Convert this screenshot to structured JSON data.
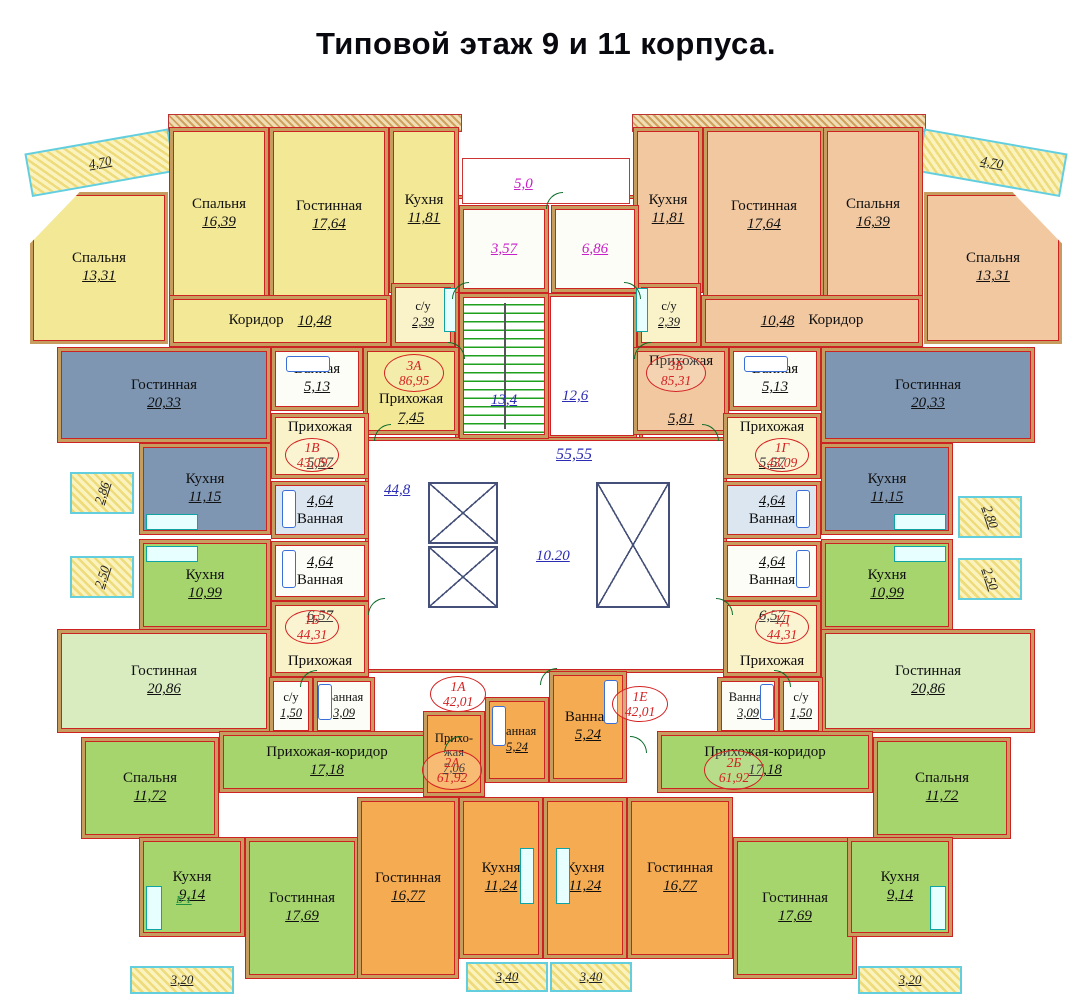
{
  "title": "Типовой этаж 9 и 11 корпуса.",
  "palette": {
    "wall": "#c69d5e",
    "outline": "#cc2222",
    "yellow": "#f2e895",
    "peach": "#f2c8a0",
    "blue": "#7e96b2",
    "green": "#a6d56e",
    "pale_green": "#d9ecc0",
    "orange": "#f5ab51",
    "pale_yellow": "#faf2c8",
    "window": "#62cede",
    "stair_green": "#1fa01f",
    "dim_blue": "#2b2bb4",
    "dim_magenta": "#c81ec8",
    "badge_red": "#d42222"
  },
  "apartments": {
    "a3a": {
      "id": "3А",
      "area": "86,95"
    },
    "a3b": {
      "id": "3Б",
      "area": "85,31"
    },
    "a1v": {
      "id": "1В",
      "area": "43,09"
    },
    "a1g": {
      "id": "1Г",
      "area": "43,09"
    },
    "a1b": {
      "id": "1Б",
      "area": "44,31"
    },
    "a1d": {
      "id": "1Д",
      "area": "44,31"
    },
    "a1a": {
      "id": "1А",
      "area": "42,01"
    },
    "a1e": {
      "id": "1Е",
      "area": "42,01"
    },
    "a2a": {
      "id": "2А",
      "area": "61,92"
    },
    "a2b": {
      "id": "2Б",
      "area": "61,92"
    }
  },
  "rooms": {
    "tl_bed1": {
      "l": "Спальня",
      "a": "13,31"
    },
    "tl_bed2": {
      "l": "Спальня",
      "a": "16,39"
    },
    "tl_liv": {
      "l": "Гостинная",
      "a": "17,64"
    },
    "tl_kit": {
      "l": "Кухня",
      "a": "11,81"
    },
    "tl_cor": {
      "l": "Коридор",
      "a": "10,48"
    },
    "tl_wc": {
      "l": "с/у",
      "a": "2,39"
    },
    "tl_bath": {
      "l": "Ванная",
      "a": "5,13"
    },
    "tl_hall": {
      "l": "Прихожая",
      "a": "7,45"
    },
    "tr_kit": {
      "l": "Кухня",
      "a": "11,81"
    },
    "tr_liv": {
      "l": "Гостинная",
      "a": "17,64"
    },
    "tr_bed1": {
      "l": "Спальня",
      "a": "16,39"
    },
    "tr_bed2": {
      "l": "Спальня",
      "a": "13,31"
    },
    "tr_cor": {
      "l": "Коридор",
      "a": "10,48"
    },
    "tr_wc": {
      "l": "с/у",
      "a": "2,39"
    },
    "tr_bath": {
      "l": "Ванная",
      "a": "5,13"
    },
    "tr_hall": {
      "l": "Прихожая",
      "a": "5,81"
    },
    "ml_liv": {
      "l": "Гостинная",
      "a": "20,33"
    },
    "ml_hall1": {
      "l": "Прихожая",
      "a": "5,57"
    },
    "ml_kit1": {
      "l": "Кухня",
      "a": "11,15"
    },
    "ml_bath1": {
      "l": "Ванная",
      "a": "4,64"
    },
    "ml_bath2": {
      "l": "Ванная",
      "a": "4,64"
    },
    "ml_kit2": {
      "l": "Кухня",
      "a": "10,99"
    },
    "ml_hall2": {
      "l": "Прихожая",
      "a": "6,57"
    },
    "ml_liv2": {
      "l": "Гостинная",
      "a": "20,86"
    },
    "ml_wc": {
      "l": "с/у",
      "a": "1,50"
    },
    "ml_bath3": {
      "l": "Ванная",
      "a": "3,09"
    },
    "mr_liv": {
      "l": "Гостинная",
      "a": "20,33"
    },
    "mr_hall1": {
      "l": "Прихожая",
      "a": "5,57"
    },
    "mr_kit1": {
      "l": "Кухня",
      "a": "11,15"
    },
    "mr_bath1": {
      "l": "Ванная",
      "a": "4,64"
    },
    "mr_bath2": {
      "l": "Ванная",
      "a": "4,64"
    },
    "mr_kit2": {
      "l": "Кухня",
      "a": "10,99"
    },
    "mr_hall2": {
      "l": "Прихожая",
      "a": "6,57"
    },
    "mr_liv2": {
      "l": "Гостинная",
      "a": "20,86"
    },
    "mr_bath3": {
      "l": "Ванная",
      "a": "3,09"
    },
    "mr_wc": {
      "l": "с/у",
      "a": "1,50"
    },
    "bl_bed": {
      "l": "Спальня",
      "a": "11,72"
    },
    "bl_hallcor": {
      "l": "Прихожая-коридор",
      "a": "17,18"
    },
    "bl_kit": {
      "l": "Кухня",
      "a": "9,14"
    },
    "bl_liv": {
      "l": "Гостинная",
      "a": "17,69"
    },
    "br_hallcor": {
      "l": "Прихожая-коридор",
      "a": "17,18"
    },
    "br_bed": {
      "l": "Спальня",
      "a": "11,72"
    },
    "br_liv": {
      "l": "Гостинная",
      "a": "17,69"
    },
    "br_kit": {
      "l": "Кухня",
      "a": "9,14"
    },
    "bc_hall": {
      "l": "Прихо-\nжая",
      "a": "7,06"
    },
    "bc_bath1": {
      "l": "Ванная",
      "a": "5,24"
    },
    "bc_bath2": {
      "l": "Ванная",
      "a": "5,24"
    },
    "bc_liv1": {
      "l": "Гостинная",
      "a": "16,77"
    },
    "bc_kit1": {
      "l": "Кухня",
      "a": "11,24"
    },
    "bc_kit2": {
      "l": "Кухня",
      "a": "11,24"
    },
    "bc_liv2": {
      "l": "Гостинная",
      "a": "16,77"
    }
  },
  "balconies": {
    "tl": "4,70",
    "tr": "4,70",
    "l286": "2,86",
    "l250": "2,50",
    "r280": "2,80",
    "r250": "2,50",
    "bl": "3,20",
    "br": "3,20",
    "bc1": "3,40",
    "bc2": "3,40"
  },
  "core": {
    "top_dim": "5,0",
    "vest_a": "3,57",
    "vest_b": "6,86",
    "stairs": "13,4",
    "lobby": "12,6",
    "corridor": "55,55",
    "mid_dim": "44,8",
    "elevator": "10.20"
  },
  "misc": {
    "b1": "Б-1"
  }
}
